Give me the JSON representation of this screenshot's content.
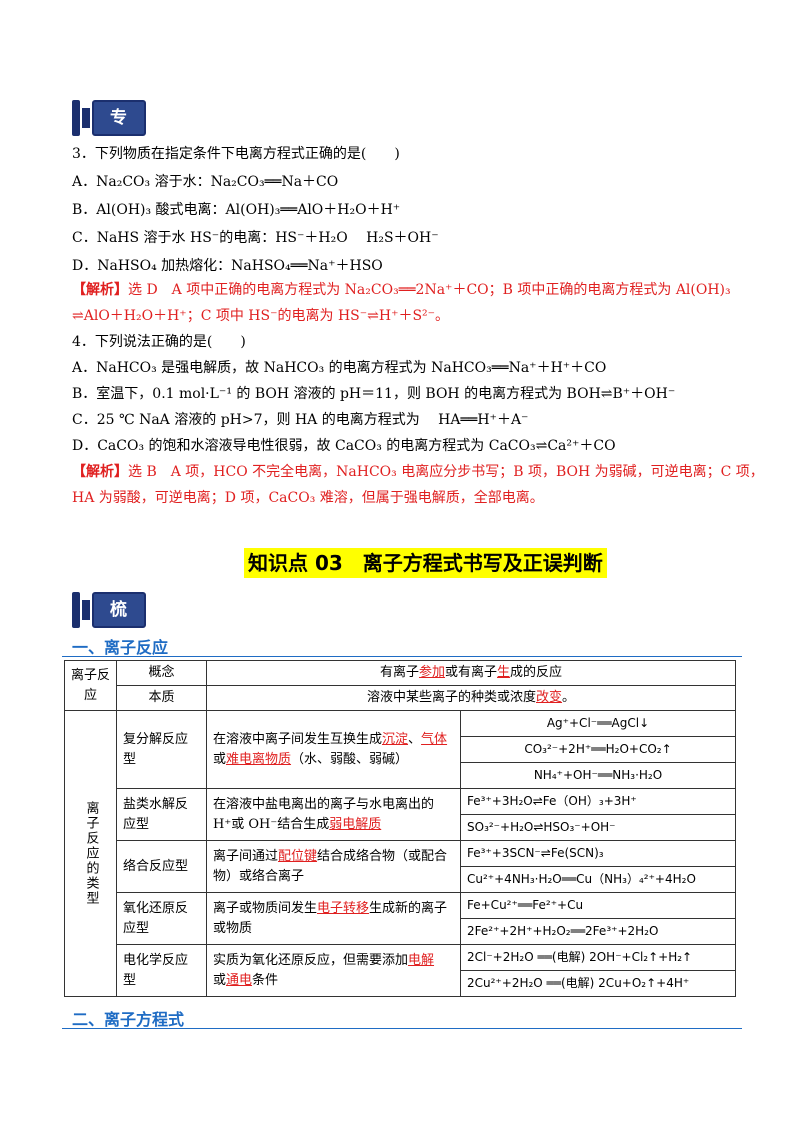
{
  "badges": {
    "top": "专项提升",
    "mid": "梳理归纳"
  },
  "q3": {
    "stem": "3．下列物质在指定条件下电离方程式正确的是(　　)",
    "a": "A．Na₂CO₃ 溶于水：Na₂CO₃══Na＋CO",
    "b": "B．Al(OH)₃ 酸式电离：Al(OH)₃══AlO＋H₂O＋H⁺",
    "c": "C．NaHS 溶于水 HS⁻的电离：HS⁻＋H₂O　 H₂S＋OH⁻",
    "d": "D．NaHSO₄ 加热熔化：NaHSO₄══Na⁺＋HSO",
    "ans_tag": "【解析】",
    "ans1": "选 D　A 项中正确的电离方程式为 Na₂CO₃══2Na⁺＋CO；B 项中正确的电离方程式为 Al(OH)₃",
    "ans2": "⇌AlO＋H₂O＋H⁺；C 项中 HS⁻的电离为 HS⁻⇌H⁺＋S²⁻。"
  },
  "q4": {
    "stem": "4．下列说法正确的是(　　)",
    "a": "A．NaHCO₃ 是强电解质，故 NaHCO₃ 的电离方程式为 NaHCO₃══Na⁺＋H⁺＋CO",
    "b": "B．室温下，0.1 mol·L⁻¹ 的 BOH 溶液的 pH＝11，则 BOH 的电离方程式为 BOH⇌B⁺＋OH⁻",
    "c": "C．25 ℃ NaA 溶液的 pH>7，则 HA 的电离方程式为　 HA══H⁺＋A⁻",
    "d": "D．CaCO₃ 的饱和水溶液导电性很弱，故 CaCO₃ 的电离方程式为 CaCO₃⇌Ca²⁺＋CO",
    "ans_tag": "【解析】",
    "ans1": "选 B　A 项，HCO 不完全电离，NaHCO₃ 电离应分步书写；B 项，BOH 为弱碱，可逆电离；C 项，",
    "ans2": "HA 为弱酸，可逆电离；D 项，CaCO₃ 难溶，但属于强电解质，全部电离。"
  },
  "knowledge_title": "知识点 03　离子方程式书写及正误判断",
  "section1": "一、离子反应",
  "section2": "二、离子方程式",
  "table": {
    "head_label": "离子反应",
    "concept_label": "概念",
    "concept_a": "有离子",
    "concept_u1": "参加",
    "concept_b": "或有离子",
    "concept_u2": "生",
    "concept_c": "成的反应",
    "essence_label": "本质",
    "essence_a": "溶液中某些离子的种类或浓度",
    "essence_u": "改变",
    "essence_b": "。",
    "types_label": "离子反应的类型",
    "rows": [
      {
        "type": "复分解反应型",
        "desc_a": "在溶液中离子间发生互换生成",
        "desc_u1": "沉淀",
        "desc_b": "、",
        "desc_u2": "气体",
        "desc_c": "或",
        "desc_u3": "难电离物质",
        "desc_d": "（水、弱酸、弱碱）",
        "eqs": [
          "Ag⁺+Cl⁻══AgCl↓",
          "CO₃²⁻+2H⁺══H₂O+CO₂↑",
          "NH₄⁺+OH⁻══NH₃·H₂O"
        ]
      },
      {
        "type": "盐类水解反应型",
        "desc_a": "在溶液中盐电离出的离子与水电离出的 H⁺或 OH⁻结合生成",
        "desc_u1": "弱电解质",
        "eqs": [
          "Fe³⁺+3H₂O⇌Fe（OH）₃+3H⁺",
          "SO₃²⁻+H₂O⇌HSO₃⁻+OH⁻"
        ]
      },
      {
        "type": "络合反应型",
        "desc_a": "离子间通过",
        "desc_u1": "配位键",
        "desc_b": "结合成络合物（或配合物）或络合离子",
        "eqs": [
          "Fe³⁺+3SCN⁻⇌Fe(SCN)₃",
          "Cu²⁺+4NH₃·H₂O══Cu（NH₃）₄²⁺+4H₂O"
        ]
      },
      {
        "type": "氧化还原反应型",
        "desc_a": "离子或物质间发生",
        "desc_u1": "电子转移",
        "desc_b": "生成新的离子或物质",
        "eqs": [
          "Fe+Cu²⁺══Fe²⁺+Cu",
          "2Fe²⁺+2H⁺+H₂O₂══2Fe³⁺+2H₂O"
        ]
      },
      {
        "type": "电化学反应型",
        "desc_a": "实质为氧化还原反应，但需要添加",
        "desc_u1": "电解",
        "desc_b": "或",
        "desc_u2": "通电",
        "desc_c": "条件",
        "eqs": [
          "2Cl⁻+2H₂O ══(电解) 2OH⁻+Cl₂↑+H₂↑",
          "2Cu²⁺+2H₂O ══(电解) 2Cu+O₂↑+4H⁺"
        ]
      }
    ]
  }
}
